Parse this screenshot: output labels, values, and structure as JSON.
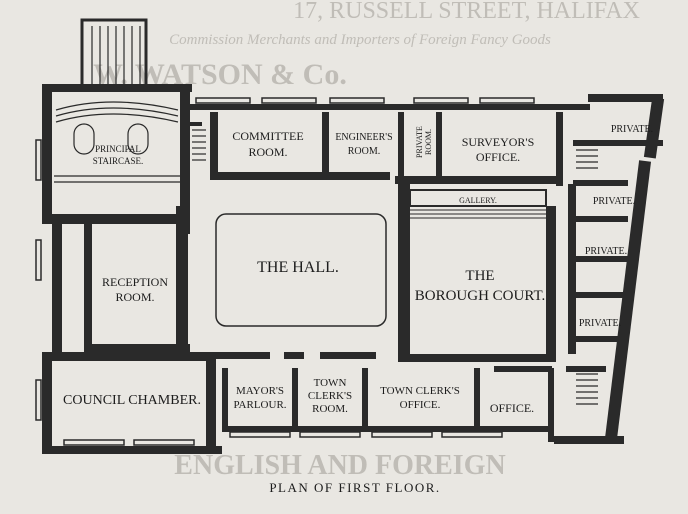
{
  "background_text": {
    "line1": "17, RUSSELL STREET, HALIFAX",
    "line2": "Commission Merchants and Importers of Foreign Fancy Goods",
    "line3": "W. WATSON & Co.",
    "line4": "ENGLISH AND FOREIGN"
  },
  "caption": "PLAN OF FIRST FLOOR.",
  "rooms": {
    "principal_staircase": [
      "PRINCIPAL",
      "STAIRCASE."
    ],
    "committee_room": [
      "COMMITTEE",
      "ROOM."
    ],
    "engineers_room": [
      "ENGINEER'S",
      "ROOM."
    ],
    "private_room": [
      "PRIVATE",
      "ROOM."
    ],
    "surveyors_office": [
      "SURVEYOR'S",
      "OFFICE."
    ],
    "private_1": "PRIVATE.",
    "private_2": "PRIVATE.",
    "private_3": "PRIVATE.",
    "private_4": "PRIVATE.",
    "gallery": "GALLERY.",
    "the_hall": "THE HALL.",
    "reception_room": [
      "RECEPTION",
      "ROOM."
    ],
    "borough_court": [
      "THE",
      "BOROUGH COURT."
    ],
    "council_chamber": "COUNCIL CHAMBER.",
    "mayors_parlour": [
      "MAYOR'S",
      "PARLOUR."
    ],
    "town_clerks_room": [
      "TOWN",
      "CLERK'S",
      "ROOM."
    ],
    "town_clerks_office": [
      "TOWN CLERK'S",
      "OFFICE."
    ],
    "office": "OFFICE."
  }
}
